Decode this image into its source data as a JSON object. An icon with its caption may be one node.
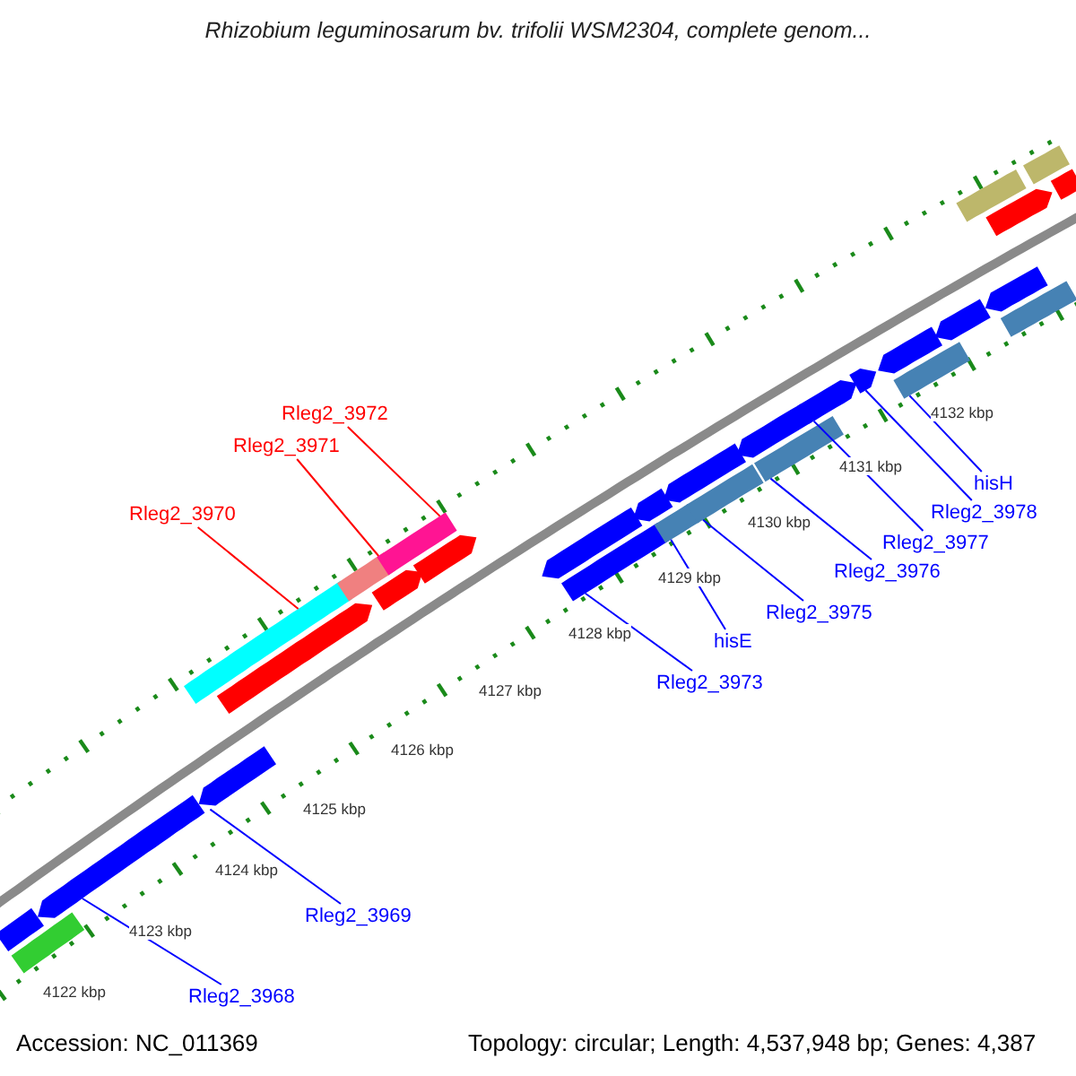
{
  "diagram": {
    "title": "Rhizobium leguminosarum bv. trifolii WSM2304, complete genom...",
    "nodes": [
      {
        "text": [
          "Rleg2_3968"
        ]
      },
      {
        "text": [
          "Rleg2_3969"
        ]
      },
      {
        "text": [
          "Rleg2_3970"
        ]
      },
      {
        "text": [
          "Rleg2_3971"
        ]
      },
      {
        "text": [
          "Rleg2_3972"
        ]
      },
      {
        "text": [
          "Rleg2_3973"
        ]
      },
      {
        "text": [
          "hisE"
        ]
      },
      {
        "text": [
          "Rleg2_3975"
        ]
      },
      {
        "text": [
          "Rleg2_3976"
        ]
      },
      {
        "text": [
          "Rleg2_3977"
        ]
      },
      {
        "text": [
          "Rleg2_3978"
        ]
      },
      {
        "text": [
          "hisH"
        ]
      },
      {
        "text": [],
        "shape": "bar"
      },
      {
        "text": [],
        "shape": "bar"
      },
      {
        "text": [],
        "shape": "bar"
      },
      {
        "text": [],
        "shape": "bar"
      },
      {
        "text": [],
        "shape": "bar"
      },
      {
        "text": [],
        "shape": "bar"
      },
      {
        "text": [],
        "shape": "bar"
      },
      {
        "text": [],
        "shape": "bar"
      },
      {
        "text": [],
        "shape": "bar"
      },
      {
        "text": [],
        "shape": "bar"
      },
      {
        "text": [],
        "shape": "bar"
      },
      {
        "text": [],
        "shape": "bar"
      },
      {
        "text": [],
        "shape": "bar"
      },
      {
        "text": [],
        "shape": "bar"
      },
      {
        "text": [],
        "shape": "bar"
      },
      {
        "text": [],
        "shape": "bar"
      },
      {
        "text": [],
        "shape": "bar"
      },
      {
        "text": [],
        "shape": "bar"
      },
      {
        "text": [],
        "shape": "bar"
      },
      {
        "text": [],
        "shape": "bar"
      },
      {
        "text": [],
        "shape": "bar"
      },
      {
        "text": [],
        "shape": "bar"
      },
      {
        "text": [],
        "shape": "bar"
      },
      {
        "text": [],
        "shape": "bar"
      },
      {
        "text": [],
        "shape": "bar"
      },
      {
        "text": [],
        "shape": "bar"
      },
      {
        "text": [],
        "shape": "bar"
      },
      {
        "text": [],
        "shape": "bar"
      },
      {
        "text": [],
        "shape": "bar"
      }
    ],
    "edges": [
      {
        "from": 0,
        "to": 14,
        "arrow": "none"
      },
      {
        "from": 1,
        "to": 15,
        "arrow": "none"
      },
      {
        "from": 2,
        "to": 16,
        "arrow": "none",
        "color": "#ff0000"
      },
      {
        "from": 3,
        "to": 18,
        "arrow": "none",
        "color": "#ff0000"
      },
      {
        "from": 4,
        "to": 20,
        "arrow": "none",
        "color": "#ff0000"
      },
      {
        "from": 5,
        "to": 23,
        "arrow": "none"
      },
      {
        "from": 6,
        "to": 25,
        "arrow": "none"
      },
      {
        "from": 7,
        "to": 27,
        "arrow": "none"
      },
      {
        "from": 8,
        "to": 29,
        "arrow": "none"
      },
      {
        "from": 9,
        "to": 30,
        "arrow": "none"
      },
      {
        "from": 10,
        "to": 31,
        "arrow": "none"
      },
      {
        "from": 11,
        "to": 33,
        "arrow": "none"
      }
    ],
    "labels": [
      "4122 kbp",
      "4123 kbp",
      "4124 kbp",
      "4125 kbp",
      "4126 kbp",
      "4127 kbp",
      "4128 kbp",
      "4129 kbp",
      "4130 kbp",
      "4131 kbp",
      "4132 kbp",
      "Accession: NC_011369",
      "Topology: circular; Length: 4,537,948 bp; Genes: 4,387"
    ]
  }
}
